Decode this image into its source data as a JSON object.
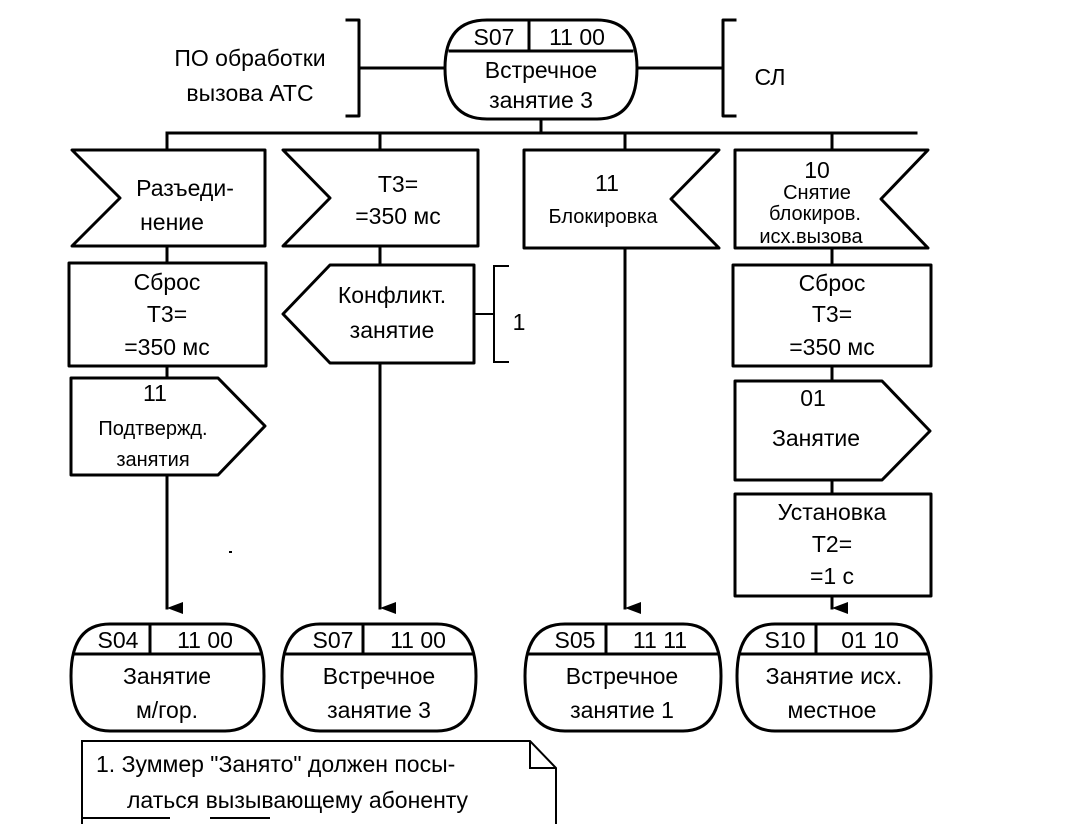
{
  "diagram": {
    "type": "SDL state transition diagram",
    "colors": {
      "stroke": "#000000",
      "background": "#ffffff"
    },
    "top_state": {
      "id": "S07",
      "code": "11 00",
      "name_lines": [
        "Встречное",
        "занятие 3"
      ]
    },
    "left_process": {
      "lines": [
        "ПО обработки",
        "вызова АТС"
      ]
    },
    "right_process": {
      "lines": [
        "СЛ"
      ]
    },
    "branches": [
      {
        "input": {
          "direction": "left",
          "lines": [
            "Разъеди-",
            "нение"
          ]
        },
        "task": {
          "lines": [
            "Сброс",
            "Т3=",
            "=350 мс"
          ]
        },
        "output": {
          "lines": [
            "11",
            "Подтвержд.",
            "занятия"
          ]
        },
        "next_state": {
          "id": "S04",
          "code": "11 00",
          "name_lines": [
            "Занятие",
            "м/гор."
          ]
        }
      },
      {
        "input": {
          "direction": "left",
          "lines": [
            "Т3=",
            "=350 мс"
          ]
        },
        "output_left": {
          "lines": [
            "Конфликт.",
            "занятие"
          ]
        },
        "comment_ref": "1",
        "next_state": {
          "id": "S07",
          "code": "11 00",
          "name_lines": [
            "Встречное",
            "занятие 3"
          ]
        }
      },
      {
        "input": {
          "direction": "right",
          "lines": [
            "11",
            "Блокировка"
          ]
        },
        "next_state": {
          "id": "S05",
          "code": "11 11",
          "name_lines": [
            "Встречное",
            "занятие 1"
          ]
        }
      },
      {
        "input": {
          "direction": "right",
          "lines": [
            "10",
            "Снятие",
            "блокиров.",
            "исх.вызова"
          ]
        },
        "task": {
          "lines": [
            "Сброс",
            "Т3=",
            "=350 мс"
          ]
        },
        "output": {
          "lines": [
            "01",
            "Занятие"
          ]
        },
        "task2": {
          "lines": [
            "Установка",
            "Т2=",
            "=1 с"
          ]
        },
        "next_state": {
          "id": "S10",
          "code": "01 10",
          "name_lines": [
            "Занятие исх.",
            "местное"
          ]
        }
      }
    ],
    "note": {
      "lines": [
        "1. Зуммер \"Занято\" должен посы-",
        "латься вызывающему абоненту"
      ]
    }
  }
}
